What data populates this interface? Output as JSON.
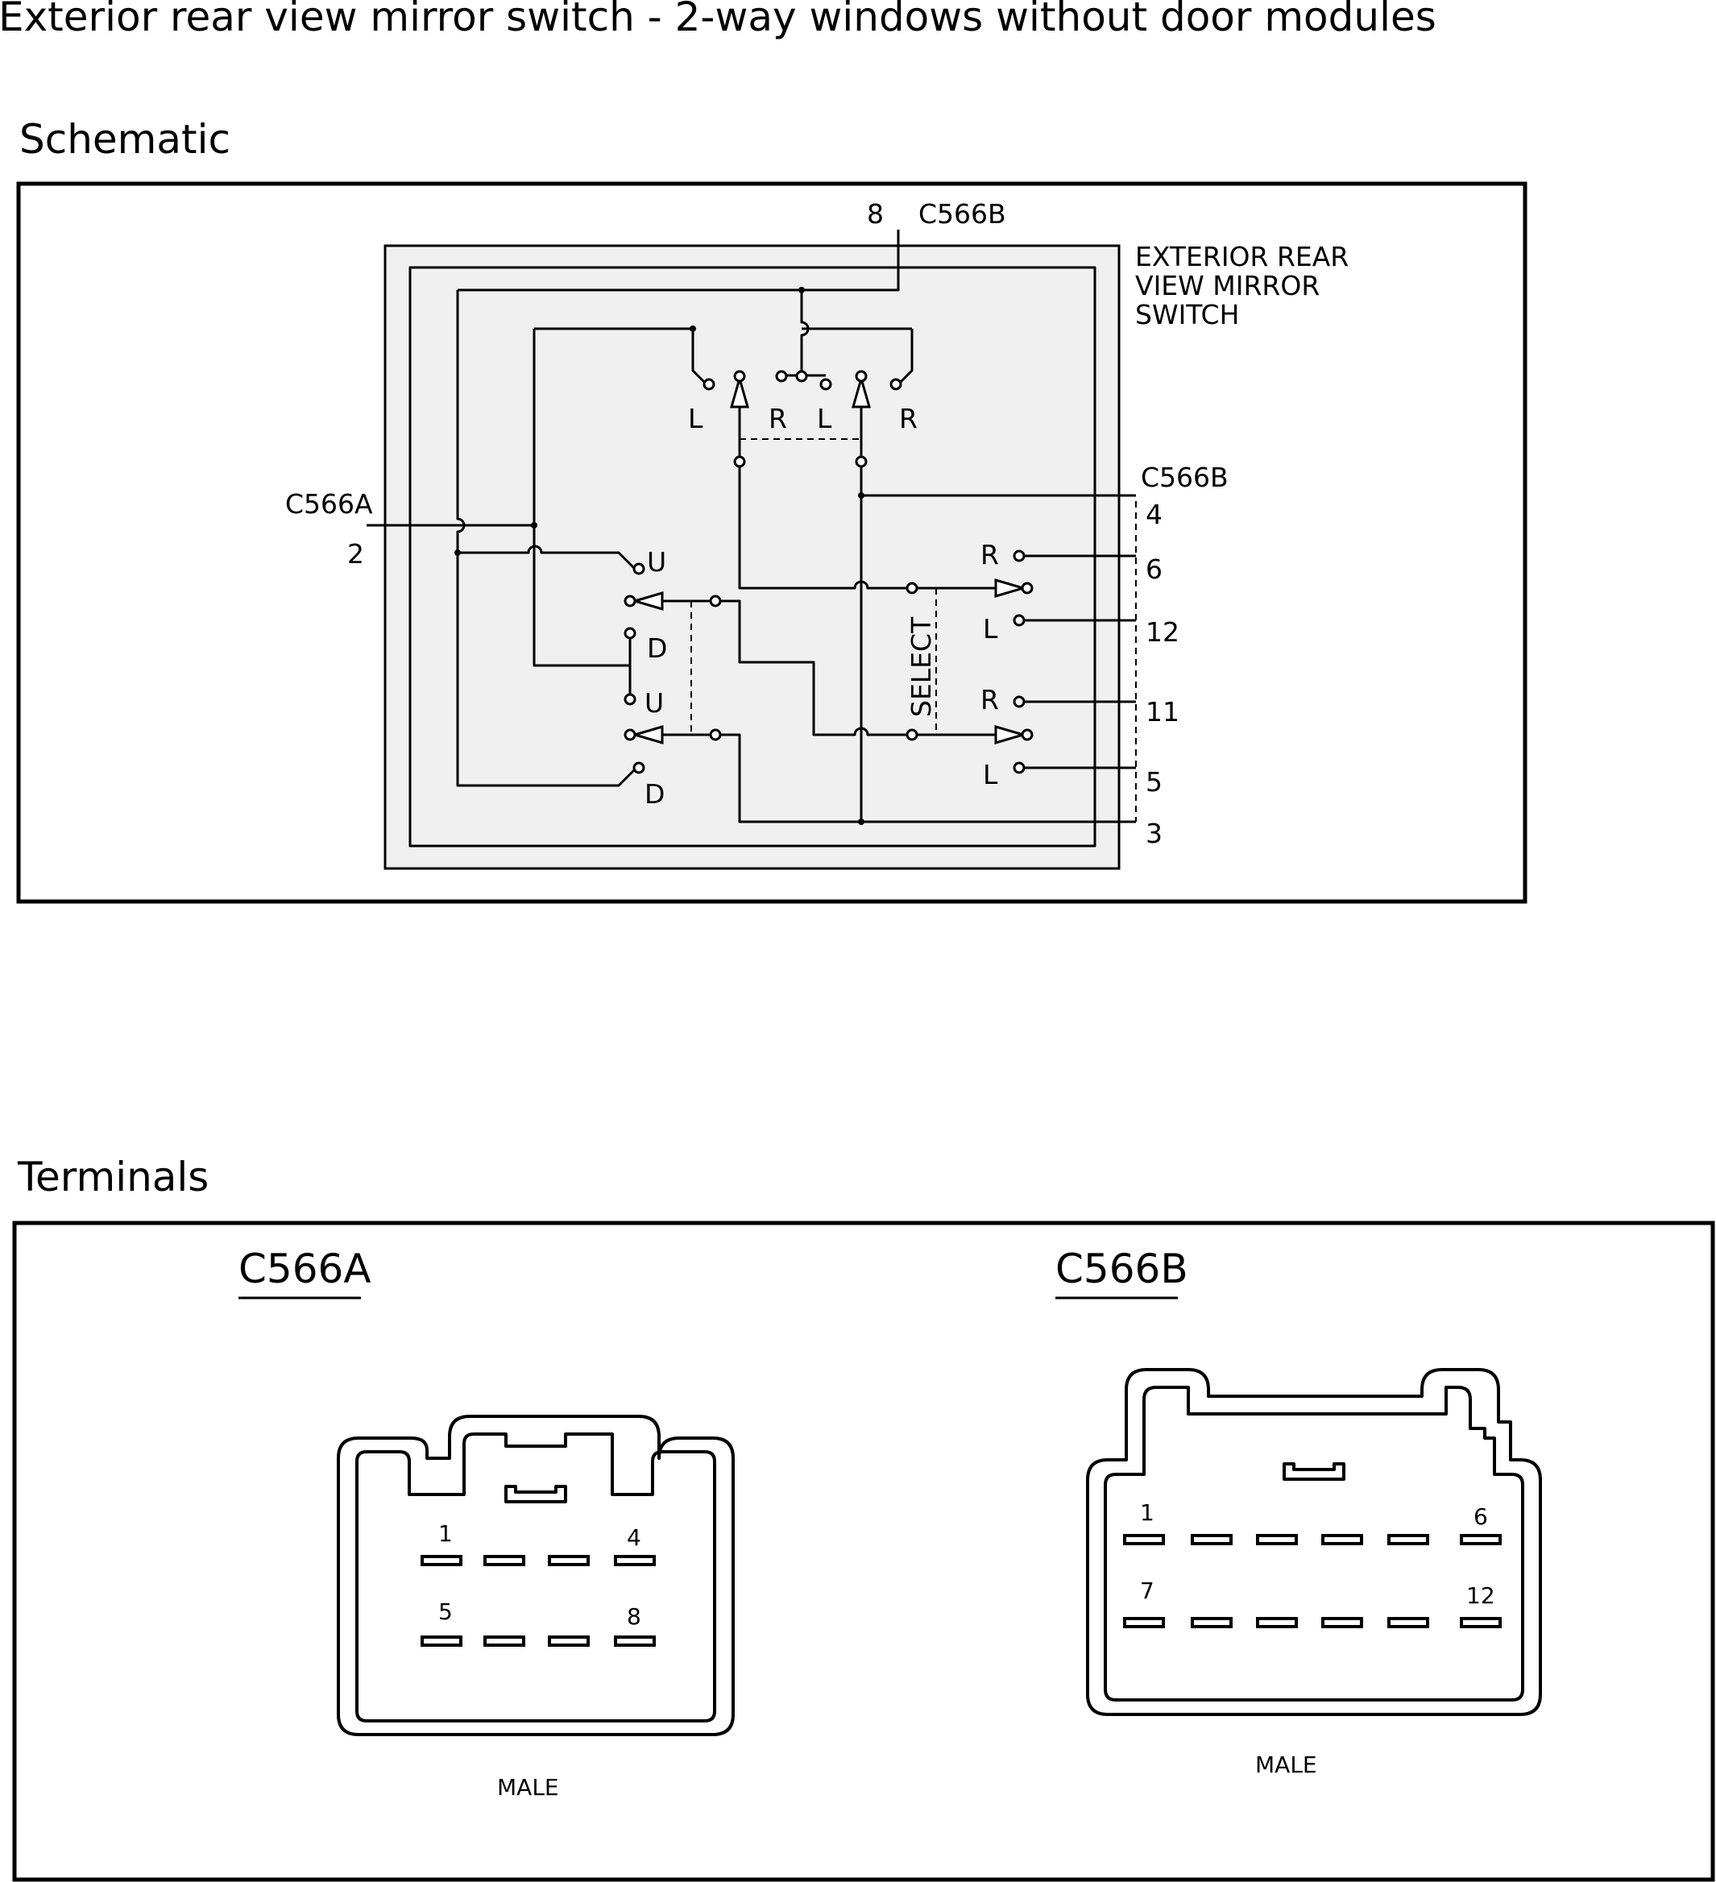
{
  "title": "Exterior rear view mirror switch - 2-way windows without door modules",
  "schematic": {
    "heading": "Schematic",
    "component_label": [
      "EXTERIOR REAR",
      "VIEW MIRROR",
      "SWITCH"
    ],
    "top_connector": {
      "pin": "8",
      "name": "C566B"
    },
    "left_connector": {
      "name": "C566A",
      "pin": "2"
    },
    "right_connector": {
      "name": "C566B",
      "pins": [
        "4",
        "6",
        "12",
        "11",
        "5",
        "3"
      ]
    },
    "top_switch_labels": [
      "L",
      "R",
      "L",
      "R"
    ],
    "left_switch_labels": [
      "U",
      "D",
      "U",
      "D"
    ],
    "right_switch_labels": [
      "R",
      "L",
      "R",
      "L"
    ],
    "select_label": "SELECT"
  },
  "terminals": {
    "heading": "Terminals",
    "c566a": {
      "title": "C566A",
      "pin_labels": [
        "1",
        "4",
        "5",
        "8"
      ],
      "gender": "MALE"
    },
    "c566b": {
      "title": "C566B",
      "pin_labels": [
        "1",
        "6",
        "7",
        "12"
      ],
      "gender": "MALE"
    }
  }
}
